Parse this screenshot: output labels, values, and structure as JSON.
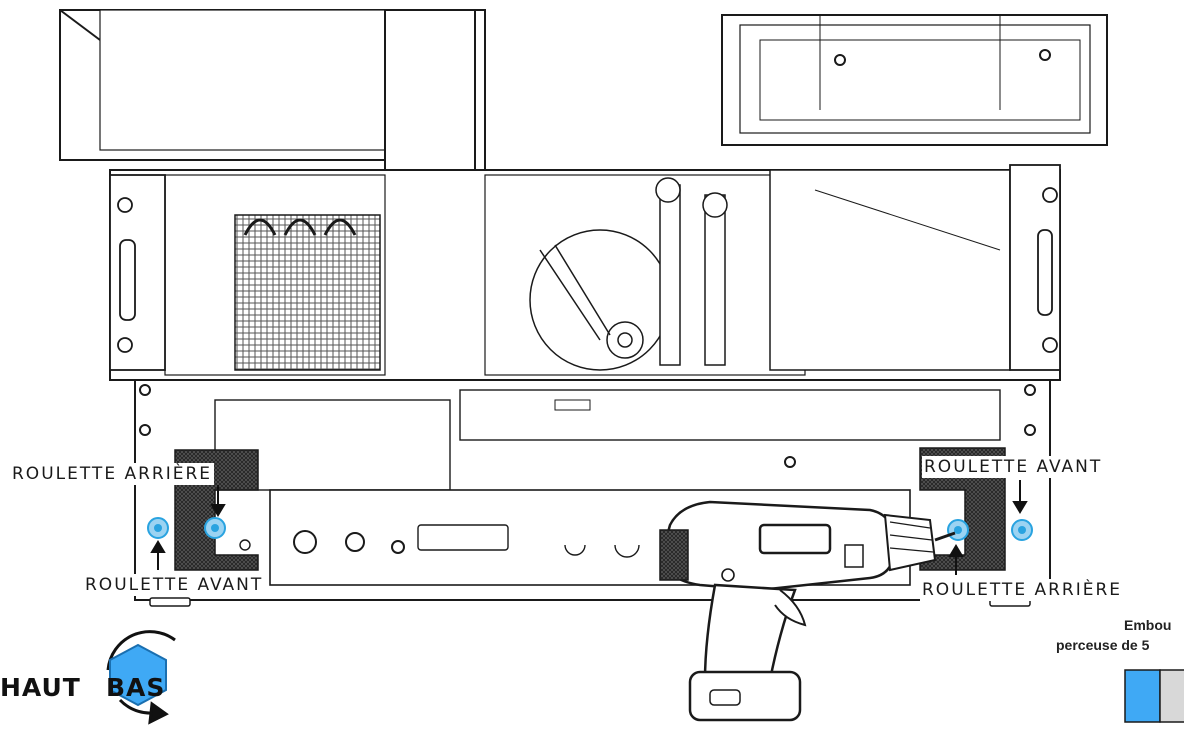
{
  "callouts": {
    "left_rear": "ROULETTE ARRIÈRE",
    "left_front": "ROULETTE AVANT",
    "right_front": "ROULETTE AVANT",
    "right_rear": "ROULETTE ARRIÈRE"
  },
  "bit_note": {
    "line1": "Embou",
    "line2": "perceuse de 5"
  },
  "rotation": {
    "word_top": "HAUT",
    "word_bottom": "BAS"
  },
  "colors": {
    "highlight": "#29a3e0",
    "line": "#1a1a1a",
    "hatch": "#333333",
    "badge": "#3fa9f5"
  },
  "icons": [
    "drill-icon",
    "rotation-arrow-icon",
    "hex-icon",
    "arrow-icon"
  ]
}
